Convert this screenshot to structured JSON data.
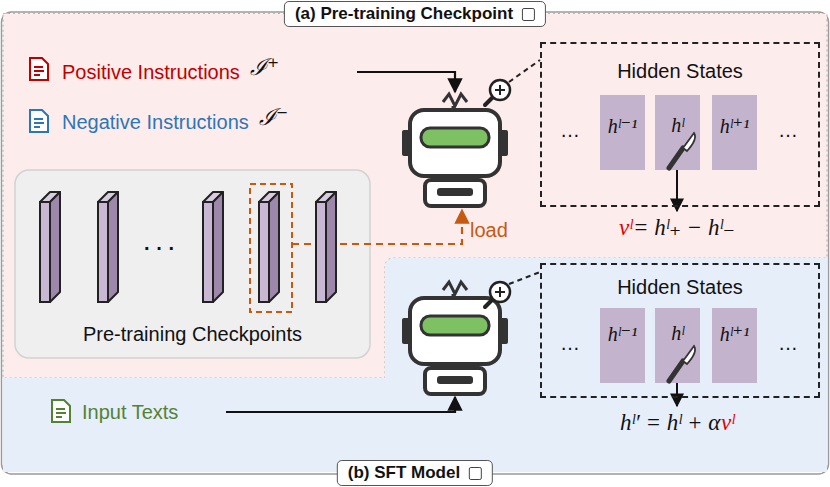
{
  "diagram": {
    "nodes": [
      {
        "text": [
          "(a) Pre-training Checkpoint"
        ]
      },
      {
        "text": [
          "Hidden States"
        ],
        "in": 0
      },
      {
        "text": [
          "hˡ⁻¹"
        ],
        "in": 1
      },
      {
        "text": [
          "hˡ"
        ],
        "in": 1
      },
      {
        "text": [
          "hˡ⁺¹"
        ],
        "in": 1
      },
      {
        "text": [
          "Pre-training Checkpoints"
        ],
        "in": 0
      },
      {
        "text": [
          "(b) SFT Model"
        ]
      },
      {
        "text": [
          "Hidden States"
        ],
        "in": 6
      },
      {
        "text": [
          "hˡ⁻¹"
        ],
        "in": 7
      },
      {
        "text": [
          "hˡ"
        ],
        "in": 7
      },
      {
        "text": [
          "hˡ⁺¹"
        ],
        "in": 7
      }
    ],
    "labels": [
      "Positive Instructions",
      "ℐ⁺",
      "Negative Instructions",
      "ℐ⁻",
      "…",
      "…",
      "vˡ",
      "= hˡ₊ − hˡ₋",
      "· · ·",
      "load",
      "Input Texts",
      "…",
      "…",
      "hˡ′ = hˡ + α",
      "vˡ"
    ]
  }
}
